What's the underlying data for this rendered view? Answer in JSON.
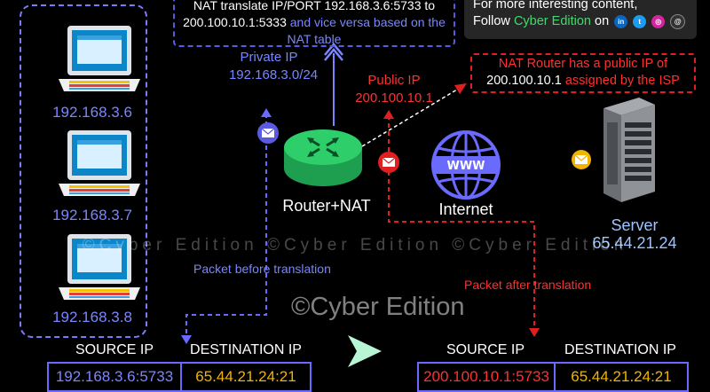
{
  "nat_note": {
    "line1": "NAT translate IP/PORT 192.168.3.6:5733 to",
    "line2_ip": "200.100.10.1:5333",
    "line2_rest": " and vice versa based on the",
    "line3": "NAT table"
  },
  "promo": {
    "line1": "For more interesting content,",
    "line2_prefix": "Follow ",
    "brand": "Cyber Edition",
    "line2_suffix": " on"
  },
  "callout": {
    "line1": "NAT Router has a public IP of",
    "ip": "200.100.10.1",
    "line2_suffix": " assigned by the ISP"
  },
  "private_ip": {
    "label": "Private IP",
    "value": "192.168.3.0/24"
  },
  "public_ip": {
    "label": "Public IP",
    "value": "200.100.10.1"
  },
  "laptops": [
    "192.168.3.6",
    "192.168.3.7",
    "192.168.3.8"
  ],
  "router_label": "Router+NAT",
  "internet": {
    "label": "Internet",
    "globe_text": "WWW"
  },
  "server": {
    "label": "Server",
    "ip": "65.44.21.24"
  },
  "packet_before": "Packet before translation",
  "packet_after": "Packet after translation",
  "watermark_row": "©Cyber Edition ©Cyber Edition ©Cyber Edition",
  "watermark_big": "©Cyber Edition",
  "table_left": {
    "h1": "SOURCE IP",
    "h2": "DESTINATION IP",
    "src": "192.168.3.6:5733",
    "dst": "65.44.21.24:21"
  },
  "table_right": {
    "h1": "SOURCE IP",
    "h2": "DESTINATION IP",
    "src": "200.100.10.1:5733",
    "dst": "65.44.21.24:21"
  },
  "colors": {
    "blue": "#7a86ff",
    "red": "#ff3030",
    "green": "#44d86c",
    "router": "#2ecf6a"
  }
}
